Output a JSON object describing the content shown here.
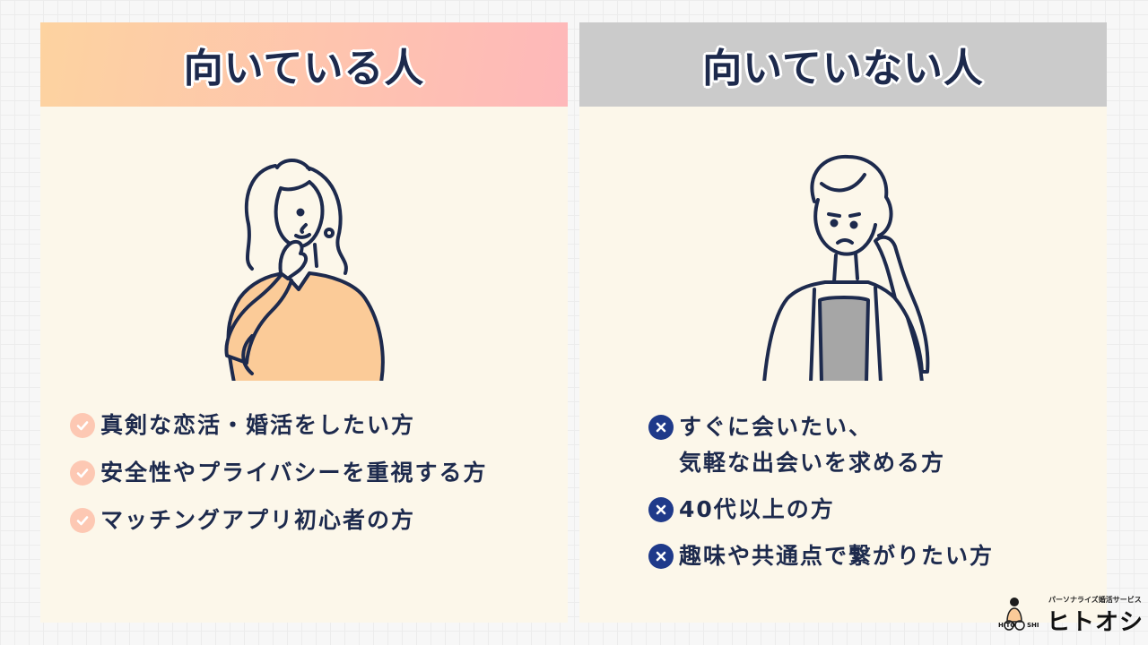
{
  "suited": {
    "title": "向いている人",
    "items": [
      {
        "text": "真剣な恋活・婚活をしたい方"
      },
      {
        "text": "安全性やプライバシーを重視する方"
      },
      {
        "text": "マッチングアプリ初心者の方"
      }
    ]
  },
  "unsuited": {
    "title": "向いていない人",
    "items": [
      {
        "text": "すぐに会いたい、\n気軽な出会いを求める方"
      },
      {
        "text": "40代以上の方"
      },
      {
        "text": "趣味や共通点で繋がりたい方"
      }
    ]
  },
  "logo": {
    "tagline": "パーソナライズ婚活サービス",
    "name": "ヒトオシ",
    "sub_left": "HITO",
    "sub_right": "SHI"
  },
  "colors": {
    "navy": "#1d2a4d",
    "check_mark": "#fdc8b3",
    "cross_mark": "#1f3a8a",
    "header_gradient_start": "#fdd3a0",
    "header_gradient_end": "#feb8ba",
    "header_gray": "#cbcbcb",
    "panel_bg": "#fcf7ea"
  },
  "icons": {
    "suited_marker": "check-circle-icon",
    "unsuited_marker": "x-circle-icon"
  }
}
